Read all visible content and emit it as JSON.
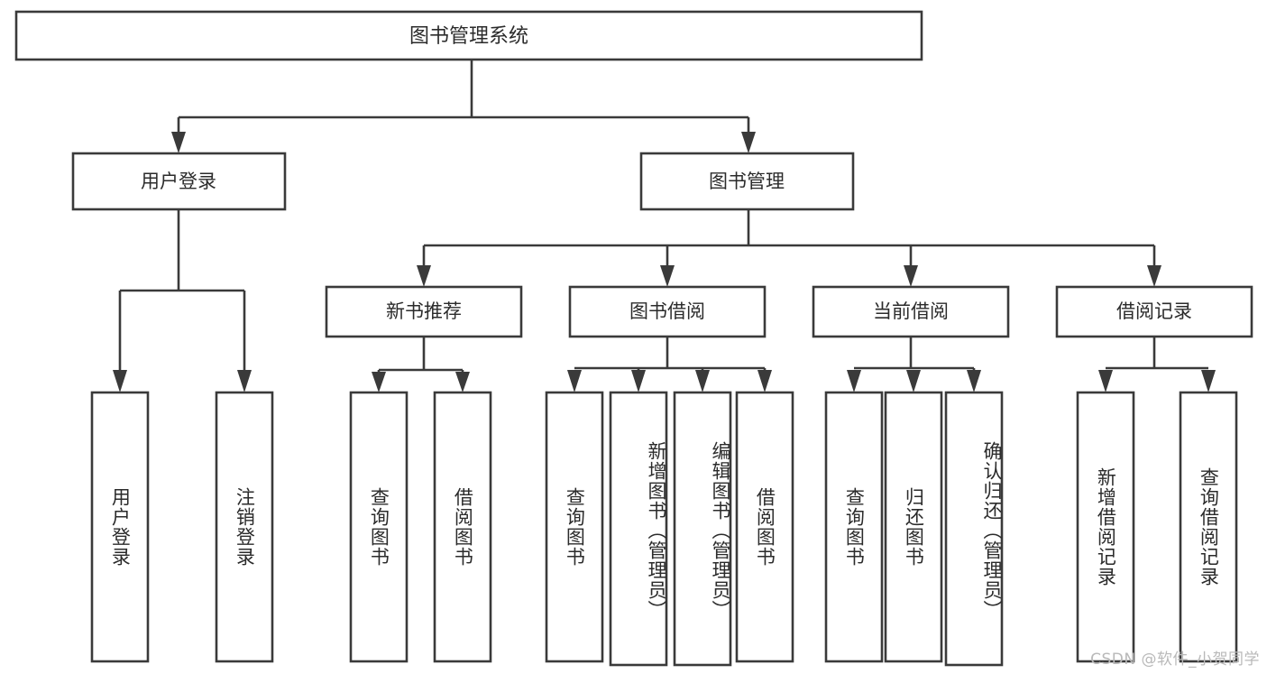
{
  "diagram": {
    "title": "图书管理系统",
    "type": "tree",
    "watermark": "CSDN @软件_小贺同学",
    "colors": {
      "box_fill": "#ffffff",
      "box_stroke": "#3a3a3a",
      "text": "#2b2b2b",
      "background": "#ffffff",
      "watermark": "#b9b9b9"
    },
    "nodes": {
      "root": {
        "label": "图书管理系统",
        "orientation": "horizontal"
      },
      "level2": [
        {
          "label": "用户登录",
          "orientation": "horizontal"
        },
        {
          "label": "图书管理",
          "orientation": "horizontal"
        }
      ],
      "level3": [
        {
          "label": "新书推荐",
          "orientation": "horizontal"
        },
        {
          "label": "图书借阅",
          "orientation": "horizontal"
        },
        {
          "label": "当前借阅",
          "orientation": "horizontal"
        },
        {
          "label": "借阅记录",
          "orientation": "horizontal"
        }
      ],
      "leaves_user_login": [
        {
          "label": "用户登录",
          "orientation": "vertical"
        },
        {
          "label": "注销登录",
          "orientation": "vertical"
        }
      ],
      "leaves_new_books": [
        {
          "label": "查询图书",
          "orientation": "vertical"
        },
        {
          "label": "借阅图书",
          "orientation": "vertical"
        }
      ],
      "leaves_book_borrow": [
        {
          "label": "查询图书",
          "orientation": "vertical"
        },
        {
          "label": "新增图书（管理员）",
          "orientation": "vertical"
        },
        {
          "label": "编辑图书（管理员）",
          "orientation": "vertical"
        },
        {
          "label": "借阅图书",
          "orientation": "vertical"
        }
      ],
      "leaves_current_borrow": [
        {
          "label": "查询图书",
          "orientation": "vertical"
        },
        {
          "label": "归还图书",
          "orientation": "vertical"
        },
        {
          "label": "确认归还（管理员）",
          "orientation": "vertical"
        }
      ],
      "leaves_borrow_records": [
        {
          "label": "新增借阅记录",
          "orientation": "vertical"
        },
        {
          "label": "查询借阅记录",
          "orientation": "vertical"
        }
      ]
    }
  }
}
